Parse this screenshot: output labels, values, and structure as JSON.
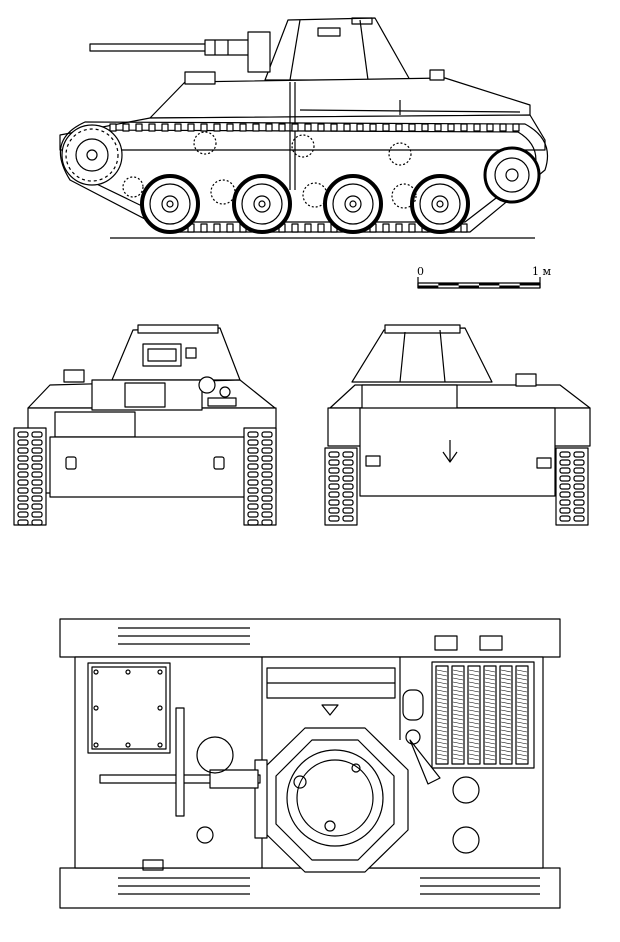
{
  "scale_bar": {
    "start_label": "0",
    "end_label": "1 м",
    "segments": 6
  },
  "views": [
    {
      "key": "side"
    },
    {
      "key": "front"
    },
    {
      "key": "rear"
    },
    {
      "key": "top"
    }
  ],
  "colors": {
    "line": "#000000",
    "paper": "#ffffff"
  }
}
